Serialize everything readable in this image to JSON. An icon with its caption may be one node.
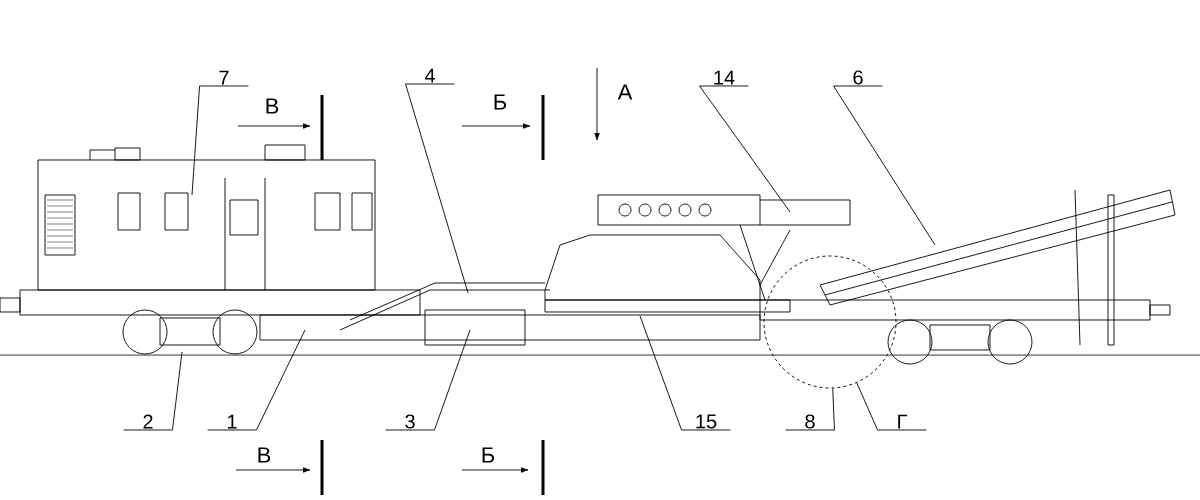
{
  "diagram": {
    "nodes": [
      {
        "text": [
          "7"
        ]
      },
      {
        "text": [
          "4"
        ]
      },
      {
        "text": [
          "14"
        ]
      },
      {
        "text": [
          "6"
        ]
      },
      {
        "text": [
          "2"
        ]
      },
      {
        "text": [
          "1"
        ]
      },
      {
        "text": [
          "3"
        ]
      },
      {
        "text": [
          "15"
        ]
      },
      {
        "text": [
          "8"
        ]
      },
      {
        "text": [
          "Г"
        ]
      },
      {
        "text": [],
        "shape": "circle"
      }
    ],
    "edges": [
      {
        "from": 0,
        "to": null,
        "arrow": "none"
      },
      {
        "from": 1,
        "to": null,
        "arrow": "none"
      },
      {
        "from": 2,
        "to": null,
        "arrow": "none"
      },
      {
        "from": 3,
        "to": null,
        "arrow": "none"
      },
      {
        "from": 4,
        "to": null,
        "arrow": "none"
      },
      {
        "from": 5,
        "to": null,
        "arrow": "none"
      },
      {
        "from": 6,
        "to": null,
        "arrow": "none"
      },
      {
        "from": 7,
        "to": null,
        "arrow": "none"
      },
      {
        "from": 8,
        "to": 10,
        "arrow": "none"
      },
      {
        "from": 9,
        "to": 10,
        "arrow": "none"
      }
    ],
    "labels": [
      "В",
      "Б",
      "А",
      "В",
      "Б"
    ]
  }
}
